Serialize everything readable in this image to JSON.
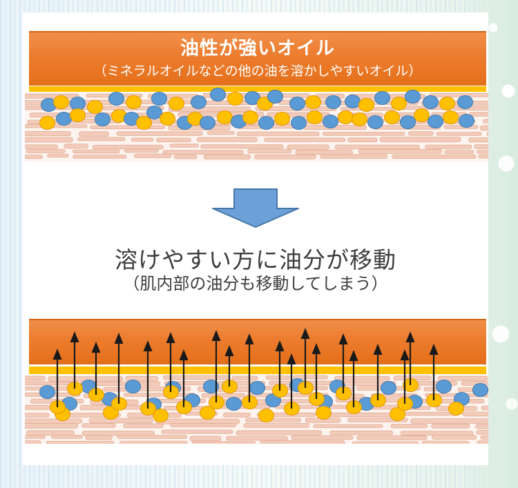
{
  "diagram": {
    "panel_top": {
      "title": "油性が強いオイル",
      "subtitle": "（ミネラルオイルなどの他の油を溶かしやすいオイル）"
    },
    "caption": {
      "heading": "溶けやすい方に油分が移動",
      "subheading": "（肌内部の油分も移動してしまう）"
    },
    "colors": {
      "banner_orange_top": "#f18f4a",
      "banner_orange_bottom": "#e5701a",
      "banner_border": "#d0600f",
      "gold_strip": "#ffc000",
      "blue_dot": "#5b9bd5",
      "blue_dot_border": "#3f76ab",
      "yellow_dot": "#ffc000",
      "yellow_dot_border": "#e29500",
      "big_arrow_fill": "#6ca0d8",
      "big_arrow_border": "#4577a8",
      "skin_fiber": "#f2c8b6",
      "skin_fiber_border": "#dfa68e",
      "arrow_black": "#1a1a1a",
      "text_dark": "#3d3d3d"
    },
    "skin_band_top": {
      "dots": [
        [
          70,
          152,
          "b"
        ],
        [
          88,
          148,
          "y"
        ],
        [
          112,
          150,
          "b"
        ],
        [
          137,
          155,
          "y"
        ],
        [
          168,
          143,
          "b"
        ],
        [
          193,
          148,
          "y"
        ],
        [
          230,
          143,
          "b"
        ],
        [
          255,
          150,
          "y"
        ],
        [
          287,
          148,
          "b"
        ],
        [
          315,
          137,
          "b"
        ],
        [
          340,
          143,
          "y"
        ],
        [
          365,
          142,
          "b"
        ],
        [
          383,
          150,
          "y"
        ],
        [
          398,
          140,
          "b"
        ],
        [
          430,
          150,
          "b"
        ],
        [
          453,
          148,
          "y"
        ],
        [
          482,
          148,
          "b"
        ],
        [
          510,
          147,
          "b"
        ],
        [
          530,
          152,
          "y"
        ],
        [
          553,
          142,
          "b"
        ],
        [
          577,
          150,
          "y"
        ],
        [
          597,
          140,
          "b"
        ],
        [
          623,
          148,
          "b"
        ],
        [
          647,
          150,
          "y"
        ],
        [
          673,
          148,
          "b"
        ],
        [
          68,
          178,
          "y"
        ],
        [
          92,
          172,
          "b"
        ],
        [
          112,
          167,
          "y"
        ],
        [
          148,
          173,
          "b"
        ],
        [
          172,
          168,
          "y"
        ],
        [
          190,
          172,
          "b"
        ],
        [
          208,
          178,
          "y"
        ],
        [
          223,
          163,
          "b"
        ],
        [
          242,
          172,
          "y"
        ],
        [
          267,
          178,
          "b"
        ],
        [
          282,
          172,
          "y"
        ],
        [
          300,
          178,
          "b"
        ],
        [
          325,
          170,
          "y"
        ],
        [
          345,
          176,
          "b"
        ],
        [
          362,
          170,
          "y"
        ],
        [
          385,
          178,
          "b"
        ],
        [
          408,
          172,
          "y"
        ],
        [
          432,
          178,
          "b"
        ],
        [
          455,
          170,
          "y"
        ],
        [
          478,
          176,
          "b"
        ],
        [
          500,
          170,
          "y"
        ],
        [
          520,
          173,
          "y"
        ],
        [
          543,
          177,
          "b"
        ],
        [
          567,
          170,
          "y"
        ],
        [
          590,
          177,
          "b"
        ],
        [
          610,
          167,
          "y"
        ],
        [
          630,
          176,
          "b"
        ],
        [
          652,
          170,
          "y"
        ],
        [
          675,
          175,
          "b"
        ]
      ]
    },
    "skin_band_bottom": {
      "dots": [
        [
          68,
          568,
          "b"
        ],
        [
          100,
          585,
          "b"
        ],
        [
          128,
          560,
          "b"
        ],
        [
          158,
          578,
          "b"
        ],
        [
          192,
          560,
          "b"
        ],
        [
          222,
          586,
          "b"
        ],
        [
          250,
          562,
          "b"
        ],
        [
          278,
          580,
          "b"
        ],
        [
          305,
          560,
          "b"
        ],
        [
          338,
          585,
          "b"
        ],
        [
          372,
          562,
          "b"
        ],
        [
          395,
          580,
          "b"
        ],
        [
          430,
          558,
          "b"
        ],
        [
          470,
          582,
          "b"
        ],
        [
          488,
          560,
          "b"
        ],
        [
          530,
          585,
          "b"
        ],
        [
          562,
          562,
          "b"
        ],
        [
          600,
          582,
          "b"
        ],
        [
          642,
          560,
          "b"
        ],
        [
          668,
          578,
          "b"
        ],
        [
          695,
          565,
          "b"
        ],
        [
          90,
          600,
          "y"
        ],
        [
          160,
          598,
          "y"
        ],
        [
          232,
          602,
          "y"
        ],
        [
          300,
          598,
          "y"
        ],
        [
          385,
          602,
          "y"
        ],
        [
          468,
          598,
          "y"
        ],
        [
          575,
          600,
          "y"
        ],
        [
          660,
          592,
          "y"
        ]
      ],
      "arrows": [
        [
          83,
          505,
          590
        ],
        [
          108,
          480,
          563
        ],
        [
          139,
          495,
          572
        ],
        [
          172,
          482,
          585
        ],
        [
          214,
          493,
          592
        ],
        [
          247,
          481,
          568
        ],
        [
          266,
          506,
          590
        ],
        [
          313,
          478,
          583
        ],
        [
          332,
          500,
          560
        ],
        [
          361,
          483,
          583
        ],
        [
          405,
          493,
          566
        ],
        [
          422,
          512,
          592
        ],
        [
          442,
          475,
          562
        ],
        [
          458,
          497,
          578
        ],
        [
          497,
          483,
          570
        ],
        [
          512,
          507,
          590
        ],
        [
          547,
          498,
          580
        ],
        [
          586,
          506,
          585
        ],
        [
          594,
          480,
          558
        ],
        [
          628,
          498,
          580
        ]
      ]
    }
  }
}
